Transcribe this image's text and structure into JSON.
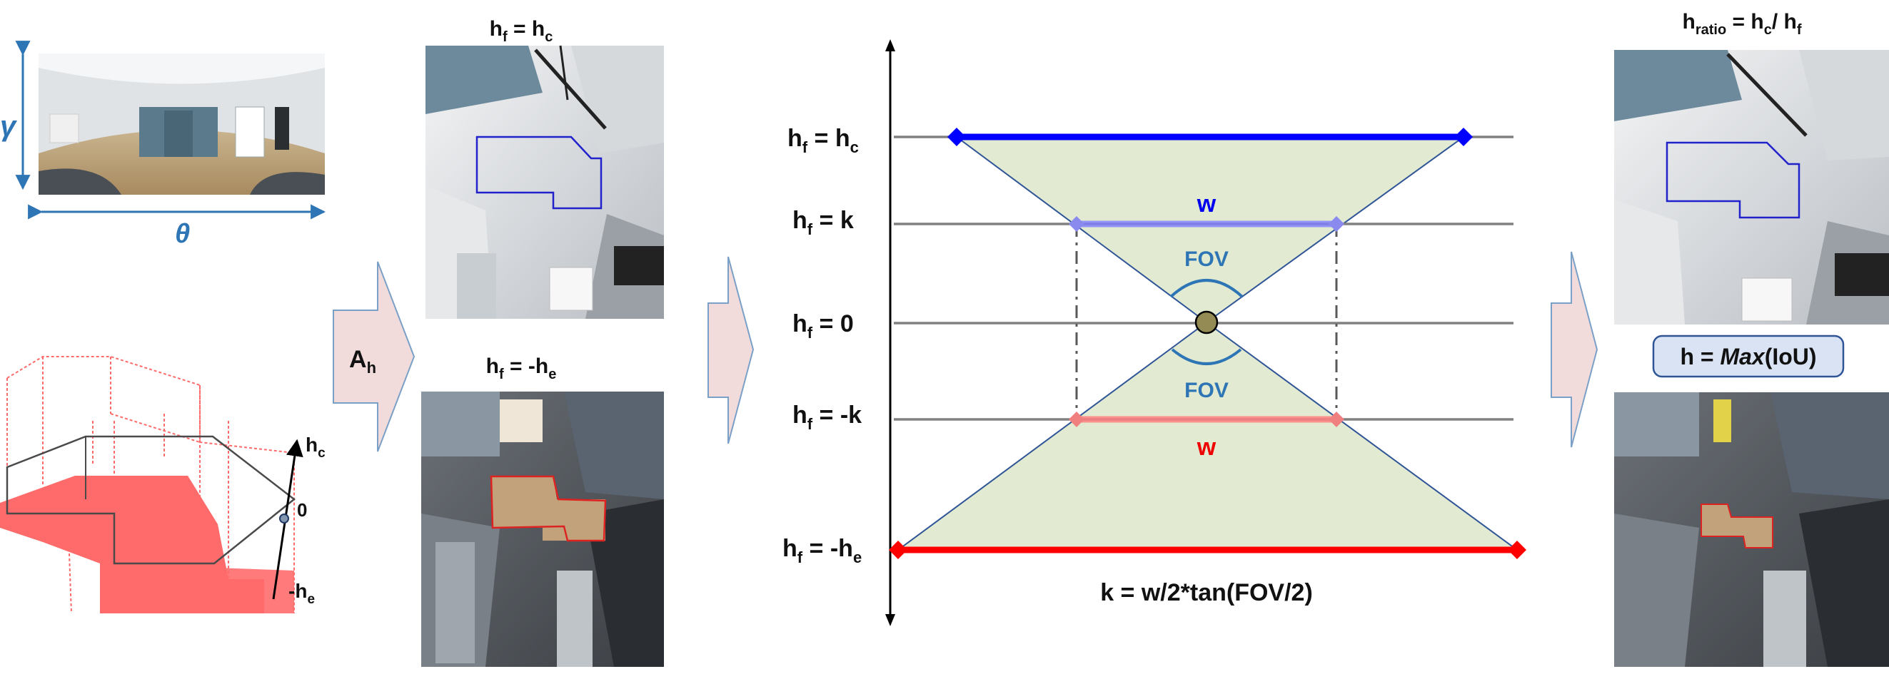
{
  "panorama": {
    "gamma_label": "γ",
    "theta_label": "θ"
  },
  "box3d": {
    "hc_label": "h",
    "hc_sub": "c",
    "zero_label": "0",
    "he_label": "-h",
    "he_sub": "e"
  },
  "arrow1": {
    "label": "A",
    "sub": "h"
  },
  "col2": {
    "top_title": {
      "h": "h",
      "f": "f",
      "eq": " = h",
      "c": "c"
    },
    "bottom_title": {
      "h": "h",
      "f": "f",
      "eq": " = -h",
      "e": "e"
    }
  },
  "center": {
    "row_labels": [
      {
        "pre": "h",
        "sub": "f",
        "post": " = h",
        "post_sub": "c"
      },
      {
        "pre": "h",
        "sub": "f",
        "post": " = k",
        "post_sub": ""
      },
      {
        "pre": "h",
        "sub": "f",
        "post": " = 0",
        "post_sub": ""
      },
      {
        "pre": "h",
        "sub": "f",
        "post": " = -k",
        "post_sub": ""
      },
      {
        "pre": "h",
        "sub": "f",
        "post": " = -h",
        "post_sub": "e"
      }
    ],
    "w_top": "w",
    "w_bottom": "w",
    "fov_top": "FOV",
    "fov_bottom": "FOV",
    "formula": "k = w/2*tan(FOV/2)"
  },
  "col4": {
    "title": {
      "h": "h",
      "sub": "ratio",
      "eq": " = h",
      "c": "c",
      "tail": "/ h",
      "f": "f"
    },
    "box": {
      "pre": "h = ",
      "max": "Max",
      "post": "(IoU)"
    }
  },
  "colors": {
    "blue_line": "#0000FF",
    "red_line": "#FF0000",
    "fov_fill": "#E2EBD2",
    "arrow_fill": "#F2DCDB",
    "floor_red": "#FF6B6B",
    "accent_blue": "#2E75B6"
  }
}
